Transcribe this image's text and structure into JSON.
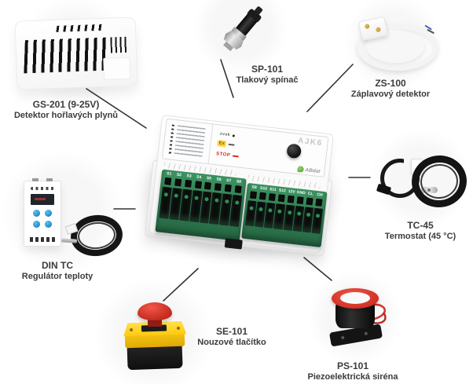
{
  "nodes": [
    {
      "id": "gs-201",
      "code": "GS-201 (9-25V)",
      "desc": "Detektor hořlavých plynů"
    },
    {
      "id": "sp-101",
      "code": "SP-101",
      "desc": "Tlakový spínač"
    },
    {
      "id": "zs-100",
      "code": "ZS-100",
      "desc": "Záplavový detektor"
    },
    {
      "id": "tc-45",
      "code": "TC-45",
      "desc": "Termostat (45 °C)"
    },
    {
      "id": "ps-101",
      "code": "PS-101",
      "desc": "Piezoelektrická siréna"
    },
    {
      "id": "se-101",
      "code": "SE-101",
      "desc": "Nouzové tlačítko"
    },
    {
      "id": "din-tc",
      "code": "DIN TC",
      "desc": "Regulátor teploty"
    }
  ],
  "center": {
    "model": "AJK6",
    "brand": "ABdat",
    "indicators": {
      "sound": "zvuk",
      "ex": "Ex",
      "stop": "STOP"
    },
    "terminals_left": [
      "S1",
      "S2",
      "S3",
      "S4",
      "S5",
      "S6",
      "S7",
      "S8"
    ],
    "terminals_right": [
      "S9",
      "S10",
      "S11",
      "S12",
      "12V",
      "GND",
      "CL",
      "CH"
    ]
  },
  "colors": {
    "terminal_green": "#2f8352",
    "alert_red": "#d22b1f",
    "warning_yellow": "#ffd83d",
    "connector_line": "#333333",
    "label_text": "#3b3b3b"
  }
}
